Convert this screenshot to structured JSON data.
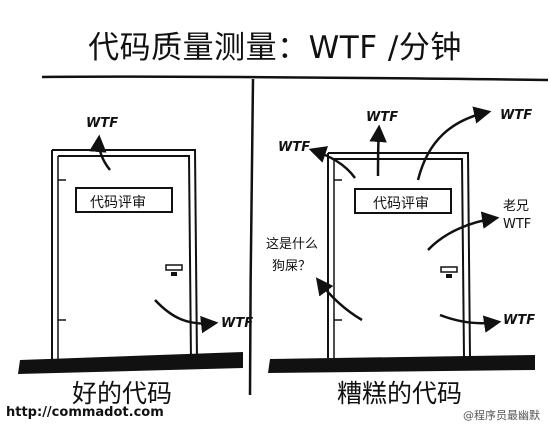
{
  "title": "代码质量测量：WTF /分钟",
  "left_panel": {
    "sign": "代码评审",
    "wtf_top": "WTF",
    "wtf_bottom": "WTF",
    "caption": "好的代码"
  },
  "right_panel": {
    "sign": "代码评审",
    "wtf_left": "WTF",
    "wtf_top": "WTF",
    "wtf_top_right": "WTF",
    "wtf_bottom_right": "WTF",
    "remark_left_line1": "这是什么",
    "remark_left_line2": "狗屎？",
    "remark_right_line1": "老兄",
    "remark_right_line2": "WTF",
    "caption": "糟糕的代码"
  },
  "footer": {
    "url": "http://commadot.com",
    "watermark": "@程序员最幽默"
  }
}
